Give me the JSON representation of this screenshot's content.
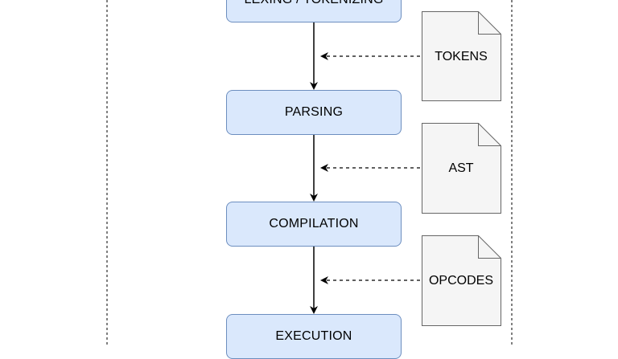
{
  "stages": [
    {
      "label": "LEXING / TOKENIZING"
    },
    {
      "label": "PARSING"
    },
    {
      "label": "COMPILATION"
    },
    {
      "label": "EXECUTION"
    }
  ],
  "artifacts": [
    {
      "label": "TOKENS"
    },
    {
      "label": "AST"
    },
    {
      "label": "OPCODES"
    }
  ],
  "colors": {
    "stage_fill": "#dae8fc",
    "stage_stroke": "#6c8ebf",
    "document_fill": "#f5f5f5",
    "document_stroke": "#666666",
    "arrow": "#000000",
    "frame": "#000000"
  }
}
